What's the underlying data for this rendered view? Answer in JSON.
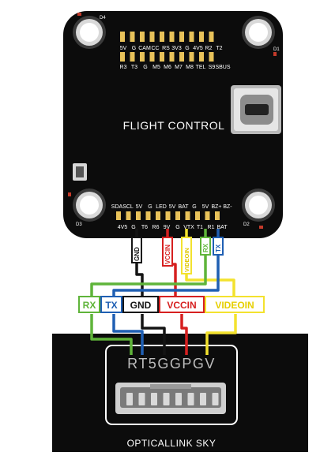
{
  "board": {
    "title": "FLIGHT CONTROL",
    "top_row1": [
      "5V",
      "G",
      "CAM",
      "CC",
      "RS",
      "3V3",
      "G",
      "4V5",
      "R2",
      "T2"
    ],
    "top_row2": [
      "R3",
      "T3",
      "G",
      "M5",
      "M6",
      "M7",
      "M8",
      "TEL",
      "S9",
      "SBUS"
    ],
    "bottom_row1": [
      "SDA",
      "SCL",
      "5V",
      "G",
      "LED",
      "5V",
      "BAT",
      "G",
      "5V",
      "BZ+",
      "BZ-"
    ],
    "bottom_row2": [
      "4V5",
      "G",
      "T6",
      "R6",
      "9V",
      "G",
      "VTX",
      "T1",
      "R1",
      "BAT"
    ],
    "corner_labels": [
      "D4",
      "D1",
      "D2",
      "D3"
    ]
  },
  "wire_labels": {
    "gnd": "GND",
    "vccin": "VCCIN",
    "videoin": "VIDEOIN",
    "rx": "RX",
    "tx": "TX"
  },
  "module": {
    "model": "RT5GGPGV",
    "name": "OPTICALLINK SKY"
  },
  "connection_labels": {
    "rx": "RX",
    "tx": "TX",
    "gnd": "GND",
    "vccin": "VCCIN",
    "videoin": "VIDEOIN"
  },
  "colors": {
    "board": "#0c0c0c",
    "pad": "#e8c25a",
    "green": "#5fb43a",
    "blue": "#1f5fb3",
    "black": "#141414",
    "red": "#d62020",
    "yellow": "#f3e22e"
  }
}
